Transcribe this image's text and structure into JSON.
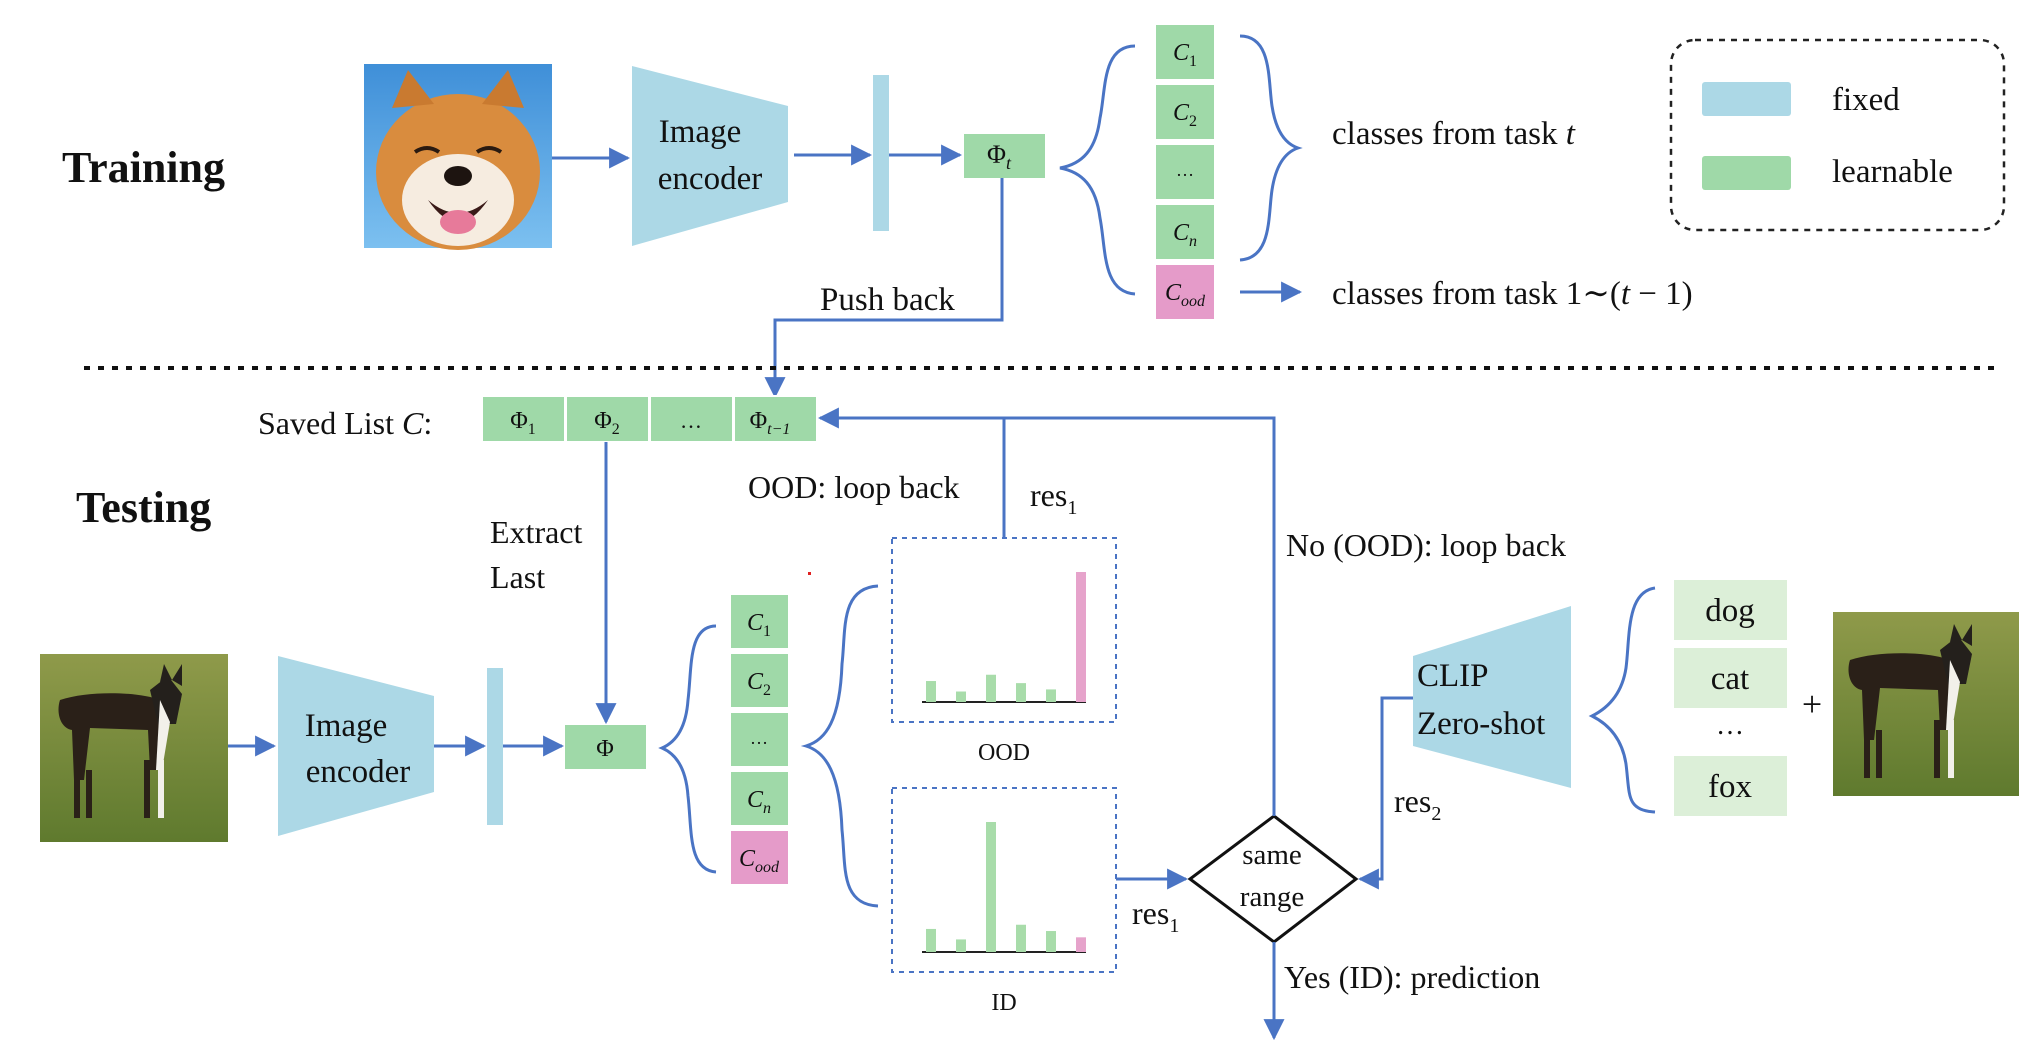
{
  "colors": {
    "fixed": "#acd8e6",
    "learnable": "#9fd9a8",
    "ood_cell": "#e59bc9",
    "ood_bar": "#e6a3cb",
    "id_bar": "#a8dcaa",
    "arrow": "#4a74c4",
    "zeroshot_cell": "#dcefd8"
  },
  "training": {
    "title": "Training",
    "encoder_line1": "Image",
    "encoder_line2": "encoder",
    "phi_t": "Φ",
    "phi_t_sub": "t",
    "classes": [
      {
        "main": "C",
        "sub": "1"
      },
      {
        "main": "C",
        "sub": "2"
      },
      {
        "main": "…",
        "sub": ""
      },
      {
        "main": "C",
        "sub": "n"
      },
      {
        "main": "C",
        "sub": "ood"
      }
    ],
    "classes_current": "classes from task ",
    "classes_current_var": "t",
    "classes_previous": "classes from task 1∼(",
    "classes_previous_var": "t",
    "classes_previous_tail": " − 1)",
    "push_back": "Push back"
  },
  "legend": {
    "fixed": "fixed",
    "learnable": "learnable"
  },
  "saved_list": {
    "label": "Saved List ",
    "label_var": "C",
    "label_colon": ":",
    "items": [
      {
        "main": "Φ",
        "sub": "1"
      },
      {
        "main": "Φ",
        "sub": "2"
      },
      {
        "main": "…",
        "sub": ""
      },
      {
        "main": "Φ",
        "sub": "t−1"
      }
    ]
  },
  "testing": {
    "title": "Testing",
    "extract_line1": "Extract",
    "extract_line2": "Last",
    "encoder_line1": "Image",
    "encoder_line2": "encoder",
    "phi": "Φ",
    "classes": [
      {
        "main": "C",
        "sub": "1"
      },
      {
        "main": "C",
        "sub": "2"
      },
      {
        "main": "…",
        "sub": ""
      },
      {
        "main": "C",
        "sub": "n"
      },
      {
        "main": "C",
        "sub": "ood"
      }
    ],
    "ood_loop": "OOD: loop back",
    "res1_top": "res",
    "res1_top_sub": "1",
    "ood_panel_label": "OOD",
    "id_panel_label": "ID",
    "ood_bars": [
      0.1,
      0.05,
      0.13,
      0.09,
      0.06,
      0.62
    ],
    "id_bars": [
      0.11,
      0.06,
      0.62,
      0.13,
      0.1,
      0.07
    ],
    "res1_bottom": "res",
    "res1_bottom_sub": "1",
    "decision_line1": "same",
    "decision_line2": "range",
    "no_loop": "No (OOD): loop back",
    "yes_pred": "Yes (ID): prediction",
    "clip_line1": "CLIP",
    "clip_line2": "Zero-shot",
    "res2": "res",
    "res2_sub": "2",
    "zeroshot_classes": [
      "dog",
      "cat",
      "…",
      "fox"
    ],
    "plus": "+"
  }
}
